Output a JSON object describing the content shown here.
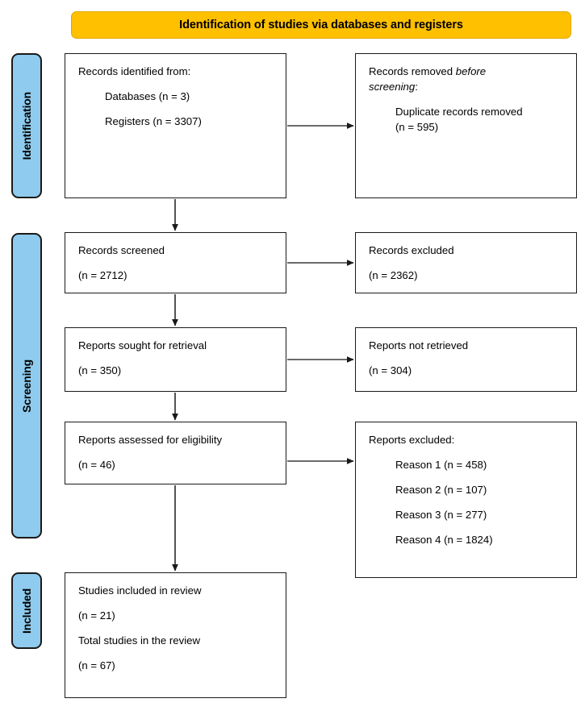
{
  "diagram": {
    "type": "prisma-flow-diagram",
    "banner": {
      "title": "Identification of studies via databases and registers",
      "bg_color": "#FFC000",
      "text_color": "#000000"
    },
    "stage_tab_color": "#8FCBEE",
    "box_border_color": "#1A1A1A",
    "stages": {
      "identification": "Identification",
      "screening": "Screening",
      "included": "Included"
    },
    "boxes": {
      "identified": {
        "line1": "Records identified from:",
        "line2": "Databases (n = 3)",
        "line3": "Registers (n = 3307)"
      },
      "removed": {
        "line1_pre": "Records removed ",
        "line1_em": "before",
        "line2_em": "screening",
        "line2_post": ":",
        "line3": "Duplicate records removed",
        "line4": "(n = 595)"
      },
      "screened": {
        "line1": "Records screened",
        "line2": "(n = 2712)"
      },
      "excluded_records": {
        "line1": "Records excluded",
        "line2": "(n = 2362)"
      },
      "sought": {
        "line1": "Reports sought for retrieval",
        "line2": "(n = 350)"
      },
      "not_retrieved": {
        "line1": "Reports not retrieved",
        "line2": "(n = 304)"
      },
      "assessed": {
        "line1": "Reports assessed for eligibility",
        "line2": "(n = 46)"
      },
      "excluded_reports": {
        "line1": "Reports excluded:",
        "reason1": "Reason 1 (n = 458)",
        "reason2": "Reason 2 (n = 107)",
        "reason3": "Reason 3 (n = 277)",
        "reason4": "Reason 4 (n = 1824)"
      },
      "included_studies": {
        "line1": "Studies included in review",
        "line2": "(n = 21)",
        "line3": "Total studies in the review",
        "line4": "(n = 67)"
      }
    }
  }
}
